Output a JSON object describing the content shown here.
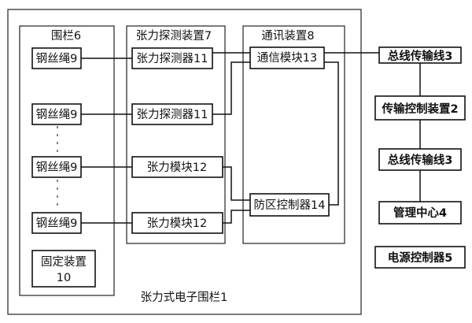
{
  "outer_label": "张力式电子围栏1",
  "fence": {
    "label": "围栏6",
    "wires": [
      "钢丝绳9",
      "钢丝绳9",
      "钢丝绳9",
      "钢丝绳9"
    ],
    "fixing_device": [
      "固定装置",
      "10"
    ]
  },
  "tension_group": {
    "label": "张力探测装置7",
    "items": [
      "张力探测器11",
      "张力探测器11",
      "张力模块12",
      "张力模块12"
    ]
  },
  "comm_group": {
    "label": "通讯装置8",
    "comm_module": "通信模块13",
    "zone_controller": "防区控制器14"
  },
  "right_chain": {
    "bus_line_top": "总线传输线3",
    "transmission_control": "传输控制装置2",
    "bus_line_mid": "总线传输线3",
    "management_center": "管理中心4",
    "power_controller": "电源控制器5"
  }
}
